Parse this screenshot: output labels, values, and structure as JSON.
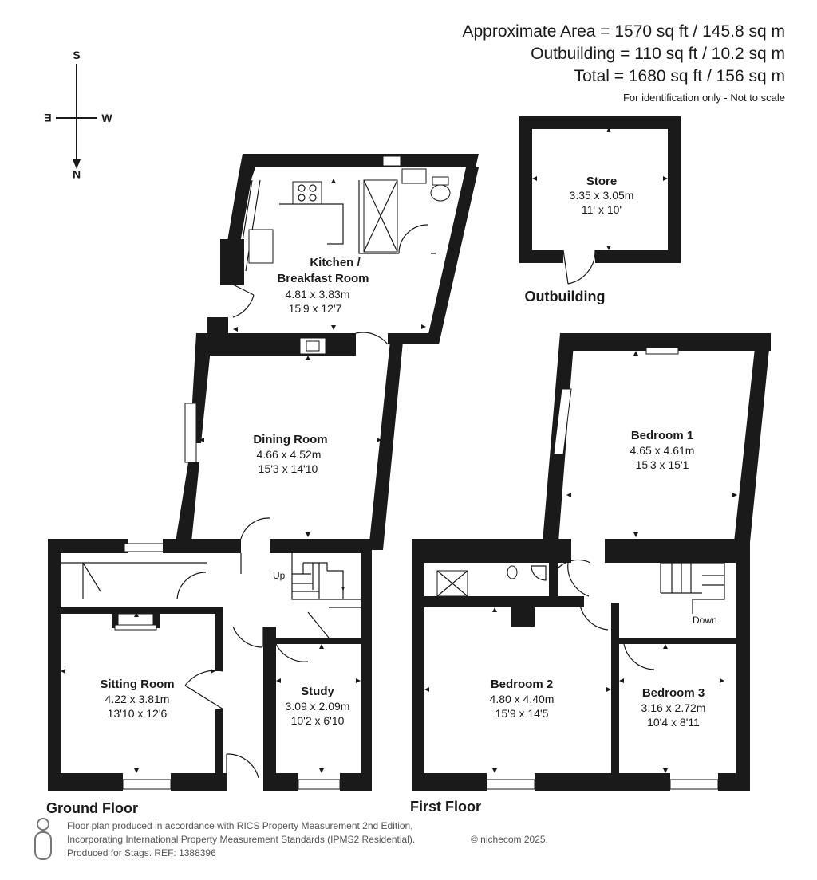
{
  "header": {
    "area_line": "Approximate Area = 1570 sq ft / 145.8 sq m",
    "outbuilding_line": "Outbuilding = 110 sq ft / 10.2 sq m",
    "total_line": "Total = 1680 sq ft / 156 sq m",
    "disclaimer": "For identification only - Not to scale"
  },
  "compass": {
    "top": "S",
    "left": "E",
    "right": "W",
    "bottom": "N"
  },
  "rooms": {
    "kitchen": {
      "name1": "Kitchen /",
      "name2": "Breakfast Room",
      "metric": "4.81 x 3.83m",
      "imperial": "15'9 x 12'7"
    },
    "dining": {
      "name": "Dining Room",
      "metric": "4.66 x 4.52m",
      "imperial": "15'3 x 14'10"
    },
    "sitting": {
      "name": "Sitting Room",
      "metric": "4.22 x 3.81m",
      "imperial": "13'10 x 12'6"
    },
    "study": {
      "name": "Study",
      "metric": "3.09 x 2.09m",
      "imperial": "10'2 x 6'10"
    },
    "store": {
      "name": "Store",
      "metric": "3.35 x 3.05m",
      "imperial": "11' x 10'"
    },
    "bedroom1": {
      "name": "Bedroom 1",
      "metric": "4.65 x 4.61m",
      "imperial": "15'3 x 15'1"
    },
    "bedroom2": {
      "name": "Bedroom 2",
      "metric": "4.80 x 4.40m",
      "imperial": "15'9 x 14'5"
    },
    "bedroom3": {
      "name": "Bedroom 3",
      "metric": "3.16 x 2.72m",
      "imperial": "10'4 x 8'11"
    }
  },
  "labels": {
    "ground_floor": "Ground Floor",
    "first_floor": "First Floor",
    "outbuilding": "Outbuilding",
    "stairs_up": "Up",
    "stairs_down": "Down"
  },
  "footer": {
    "line1": "Floor plan produced in accordance with RICS Property Measurement 2nd Edition,",
    "line2": "Incorporating International Property Measurement Standards (IPMS2 Residential).",
    "copyright": "© nichecom 2025.",
    "line3": "Produced for Stags.   REF: 1388396"
  }
}
